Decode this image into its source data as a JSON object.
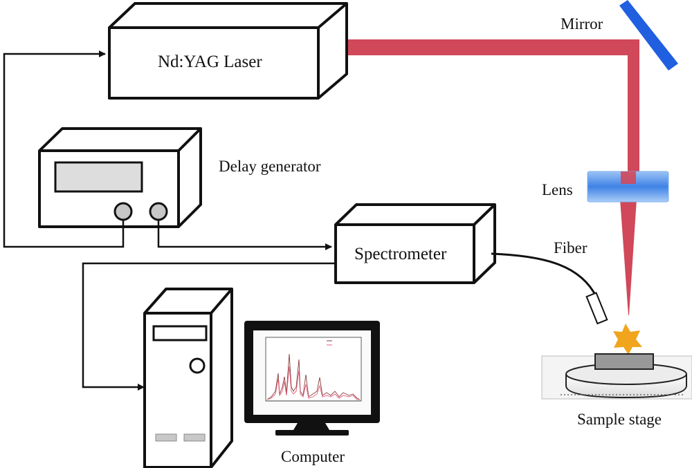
{
  "labels": {
    "laser": "Nd:YAG Laser",
    "mirror": "Mirror",
    "delay_generator": "Delay generator",
    "lens": "Lens",
    "spectrometer": "Spectrometer",
    "fiber": "Fiber",
    "computer": "Computer",
    "sample_stage": "Sample stage"
  },
  "colors": {
    "laser_beam": "#d0485a",
    "mirror": "#1f5fe0",
    "lens": "#4d8ee8",
    "plasma_spark": "#f0a51c",
    "sample": "#999999",
    "outline": "#111111"
  }
}
